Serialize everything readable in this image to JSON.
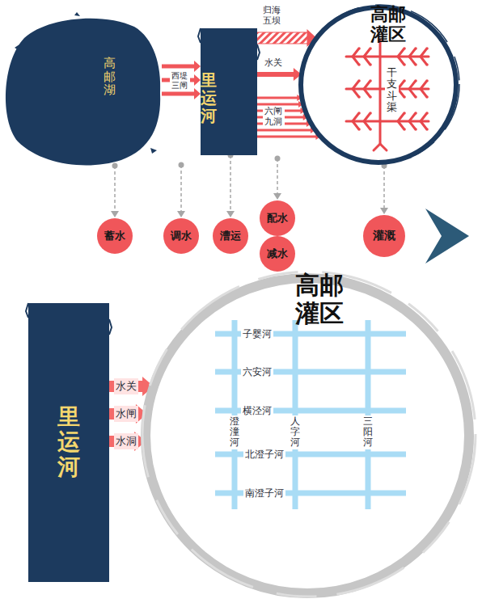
{
  "diagram": {
    "nodes": [
      {
        "text": [
          "高邮湖"
        ]
      },
      {
        "text": [
          "里运河"
        ]
      },
      {
        "text": [
          "高邮灌区"
        ]
      },
      {
        "text": [
          "蓄水"
        ]
      },
      {
        "text": [
          "调水"
        ]
      },
      {
        "text": [
          "漕运"
        ]
      },
      {
        "text": [
          "配水"
        ]
      },
      {
        "text": [
          "减水"
        ]
      },
      {
        "text": [
          "灌溉"
        ]
      },
      {
        "text": [
          "里运河"
        ]
      },
      {
        "text": [
          "高邮灌区"
        ]
      }
    ],
    "edges": [
      {
        "from": 0,
        "to": 1,
        "label": "西堤三闸",
        "arrow": "to"
      },
      {
        "from": 1,
        "to": 2,
        "label": "归海五坝",
        "arrow": "to"
      },
      {
        "from": 1,
        "to": 2,
        "label": "水关",
        "arrow": "to"
      },
      {
        "from": 1,
        "to": 2,
        "label": "六闸九洞",
        "arrow": "to"
      },
      {
        "from": 0,
        "to": 3,
        "arrow": "to"
      },
      {
        "from": 1,
        "to": 5,
        "arrow": "to"
      },
      {
        "from": 2,
        "to": 8,
        "arrow": "to"
      },
      {
        "from": 9,
        "to": 10,
        "label": "水关",
        "arrow": "to"
      },
      {
        "from": 9,
        "to": 10,
        "label": "水闸",
        "arrow": "to"
      },
      {
        "from": 9,
        "to": 10,
        "label": "水洞",
        "arrow": "to"
      }
    ],
    "labels": [
      "干支斗渠",
      "子婴河",
      "六安河",
      "横泾河",
      "澄潼河",
      "人字河",
      "三阳河",
      "北澄子河",
      "南澄子河"
    ]
  }
}
